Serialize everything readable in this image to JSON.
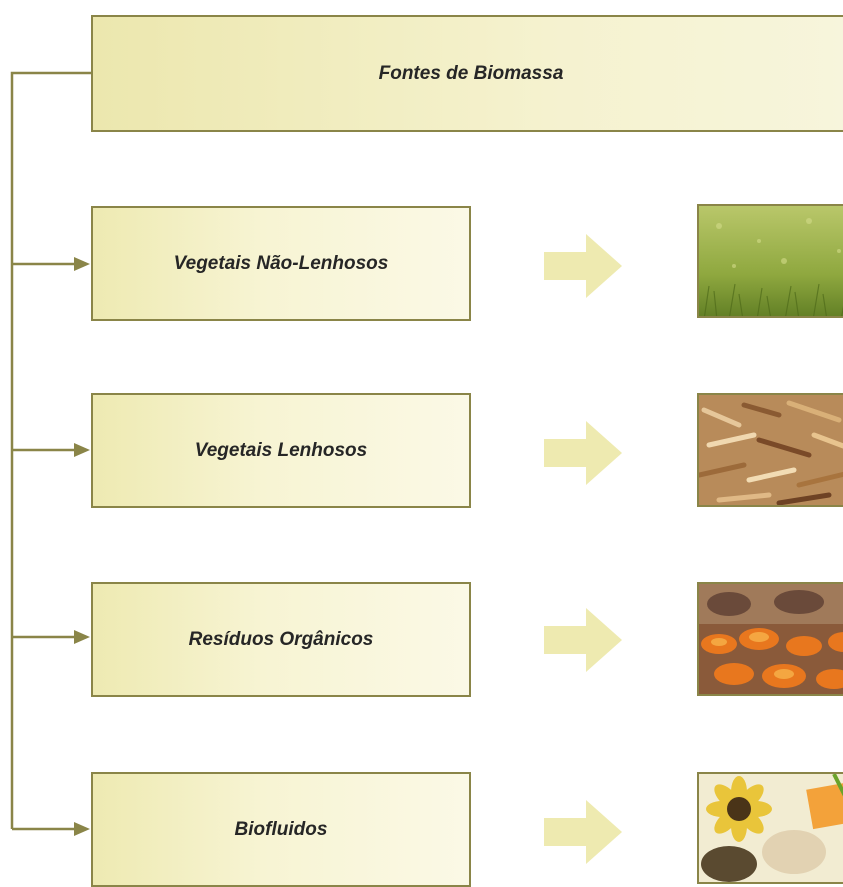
{
  "title": "Fontes de Biomassa",
  "categories": [
    {
      "label": "Vegetais Não-Lenhosos",
      "image_icon": "grass-field-photo"
    },
    {
      "label": "Vegetais Lenhosos",
      "image_icon": "wood-chips-photo"
    },
    {
      "label": "Resíduos Orgânicos",
      "image_icon": "organic-waste-photo"
    },
    {
      "label": "Biofluidos",
      "image_icon": "sunflower-seeds-photo"
    }
  ],
  "colors": {
    "border": "#8a8548",
    "box_fill": "#f7f4d3",
    "arrow": "#eeeab0",
    "text": "#262626"
  }
}
